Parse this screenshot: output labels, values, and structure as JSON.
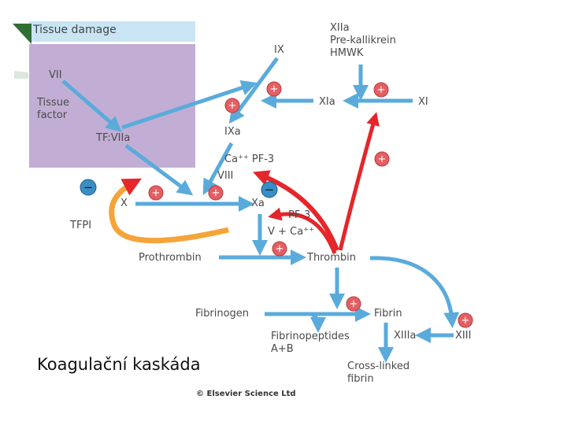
{
  "colors": {
    "tissue_box": "#c2aed4",
    "tissue_header": "#c9e5f4",
    "arrow_blue": "#5aabdb",
    "arrow_red": "#e5262a",
    "plus_fill": "#e35f63",
    "minus_fill": "#3a8ec6",
    "leaf_green": "#2f6e34"
  },
  "header": {
    "title": "Tissue damage"
  },
  "labels": {
    "vii": "VII",
    "tissue_factor": "Tissue\nfactor",
    "tf_viia": "TF:VIIa",
    "ix": "IX",
    "xiia_group": "XIIa\nPre-kallikrein\nHMWK",
    "xia": "XIa",
    "xi": "XI",
    "ixa": "IXa",
    "ca_pf3_top": "Ca⁺⁺ PF-3",
    "viii": "VIII",
    "x": "X",
    "xa": "Xa",
    "pf3_bottom": "PF-3",
    "v_ca": "V + Ca⁺⁺",
    "tfpi": "TFPI",
    "prothrombin": "Prothrombin",
    "thrombin": "Thrombin",
    "fibrinogen": "Fibrinogen",
    "fibrin": "Fibrin",
    "fibrinopeptides": "Fibrinopeptides\nA+B",
    "xiiia": "XIIIa",
    "xiii": "XIII",
    "cross_linked": "Cross-linked\nfibrin"
  },
  "signs": {
    "plus": "+",
    "minus": "−"
  },
  "caption": "Koagulační kaskáda",
  "copyright": "© Elsevier Science Ltd"
}
